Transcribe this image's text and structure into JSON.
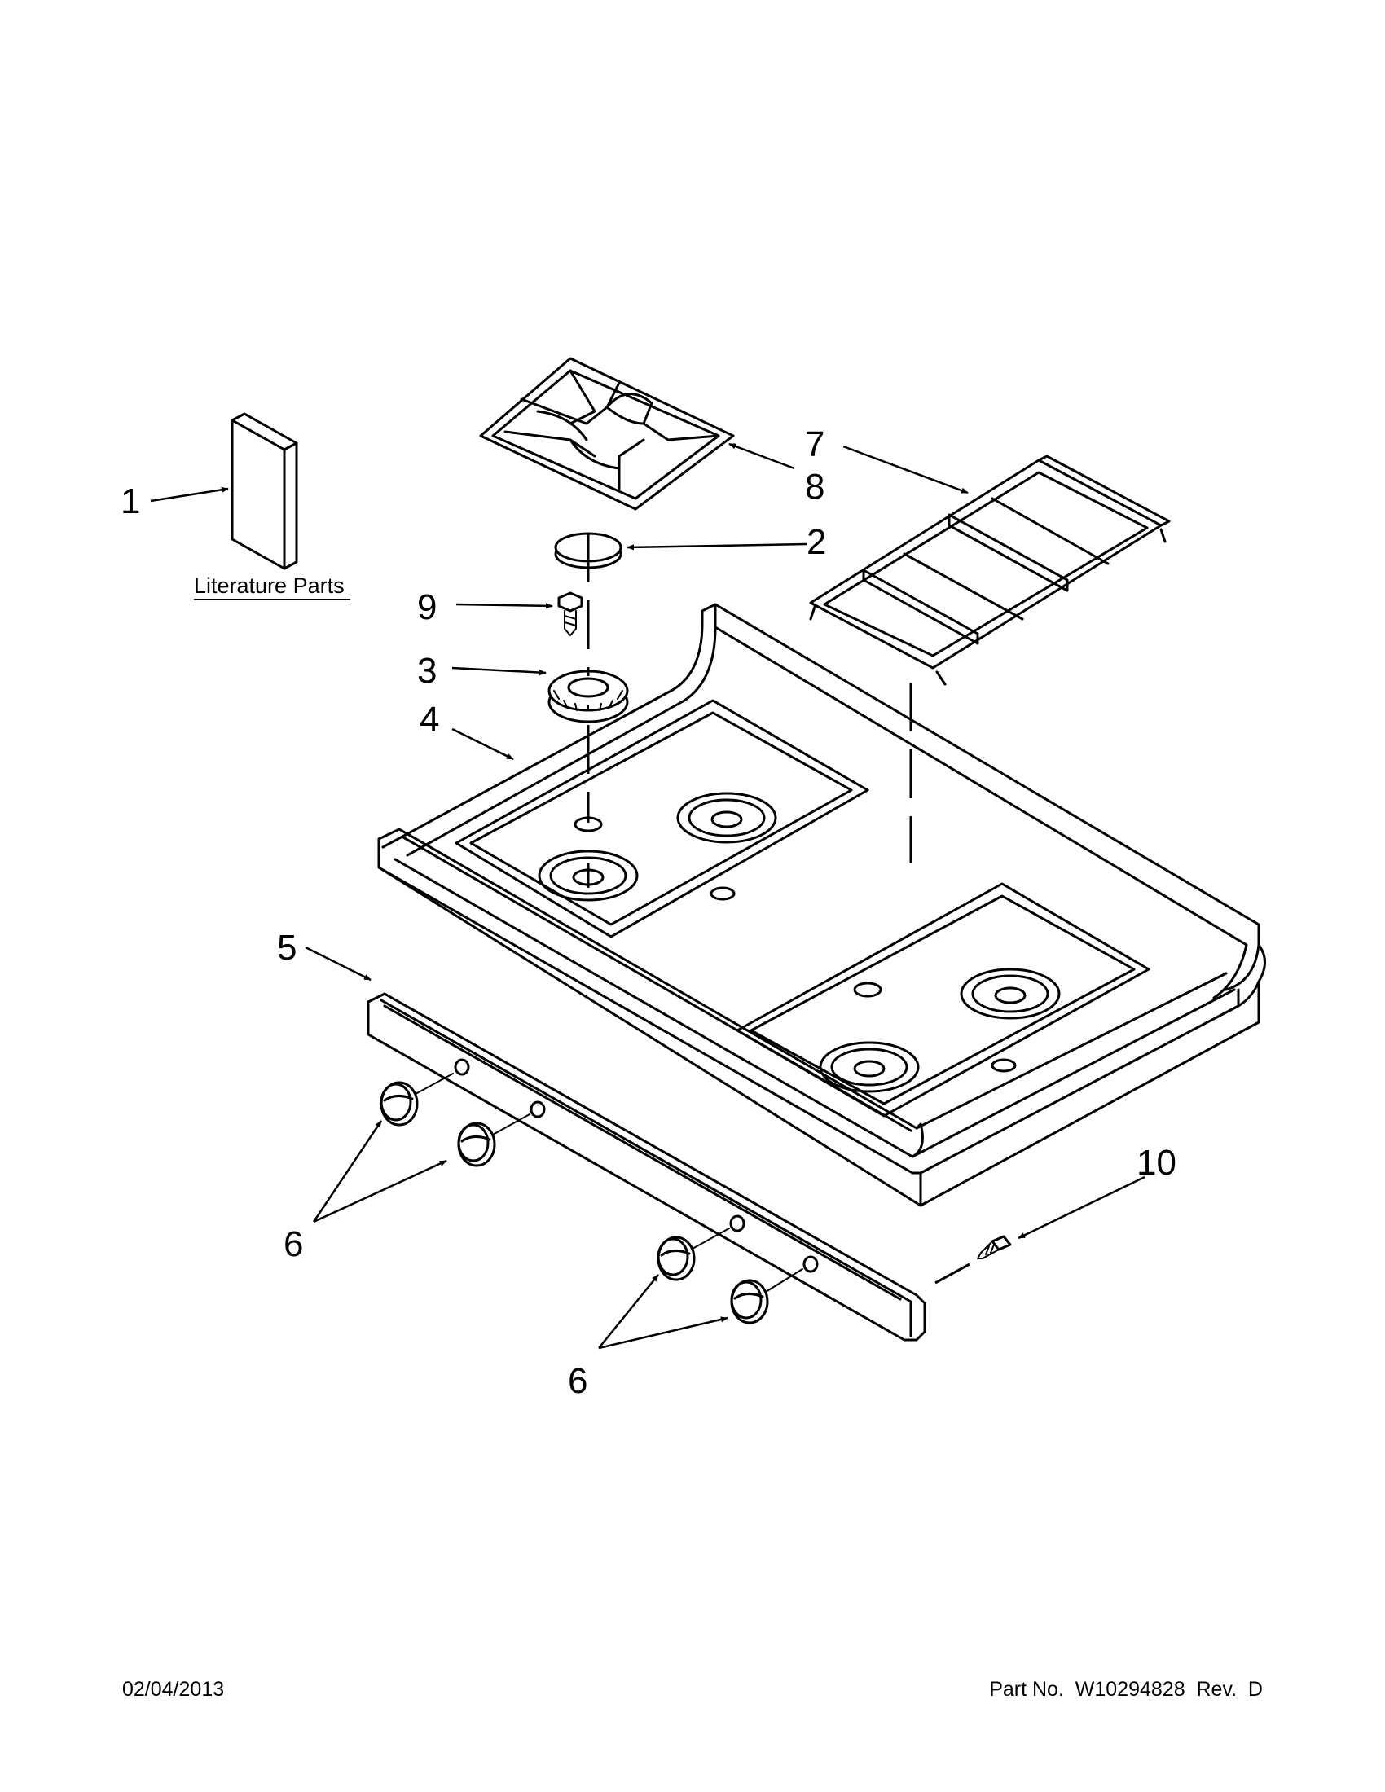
{
  "callouts": [
    {
      "id": "1",
      "label": "1"
    },
    {
      "id": "2",
      "label": "2"
    },
    {
      "id": "3",
      "label": "3"
    },
    {
      "id": "4",
      "label": "4"
    },
    {
      "id": "5",
      "label": "5"
    },
    {
      "id": "6a",
      "label": "6"
    },
    {
      "id": "6b",
      "label": "6"
    },
    {
      "id": "7",
      "label": "7"
    },
    {
      "id": "8",
      "label": "8"
    },
    {
      "id": "9",
      "label": "9"
    },
    {
      "id": "10",
      "label": "10"
    }
  ],
  "literature_label": "Literature Parts",
  "footer": {
    "date": "02/04/2013",
    "part_info": "Part No.  W10294828  Rev.  D"
  }
}
